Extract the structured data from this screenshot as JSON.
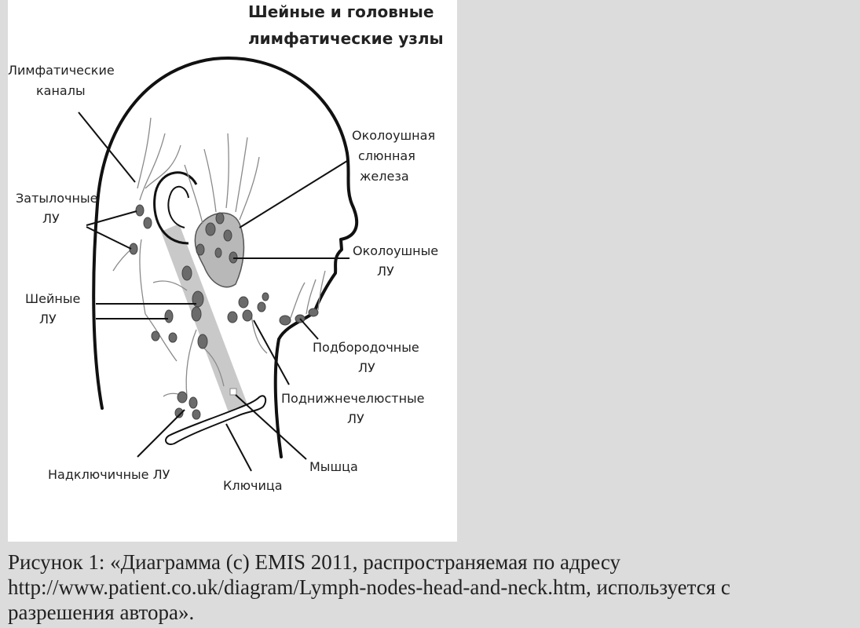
{
  "title": {
    "line1": "Шейные и головные",
    "line2": "лимфатические узлы"
  },
  "labels": {
    "lymph_channels": [
      "Лимфатические",
      "каналы"
    ],
    "occipital": [
      "Затылочные",
      "ЛУ"
    ],
    "cervical": [
      "Шейные",
      "ЛУ"
    ],
    "parotid_gland": [
      "Околоушная",
      "слюнная",
      "железа"
    ],
    "parotid_nodes": [
      "Околоушные",
      "ЛУ"
    ],
    "submental": [
      "Подбородочные",
      "ЛУ"
    ],
    "submandibular": [
      "Поднижнечелюстные",
      "ЛУ"
    ],
    "muscle": "Мышца",
    "supraclavicular": "Надключичные ЛУ",
    "clavicle": "Ключица"
  },
  "caption": {
    "line1": "Рисунок 1: «Диаграмма (с) EMIS 2011, распространяемая по адресу",
    "line2": "http://www.patient.co.uk/diagram/Lymph-nodes-head-and-neck.htm, используется с",
    "line3": "разрешения автора»."
  },
  "colors": {
    "page_background": "#dcdcdc",
    "panel_background": "#ffffff",
    "gland_fill": "#b8b8b8",
    "node_fill": "#6b6b6b"
  }
}
